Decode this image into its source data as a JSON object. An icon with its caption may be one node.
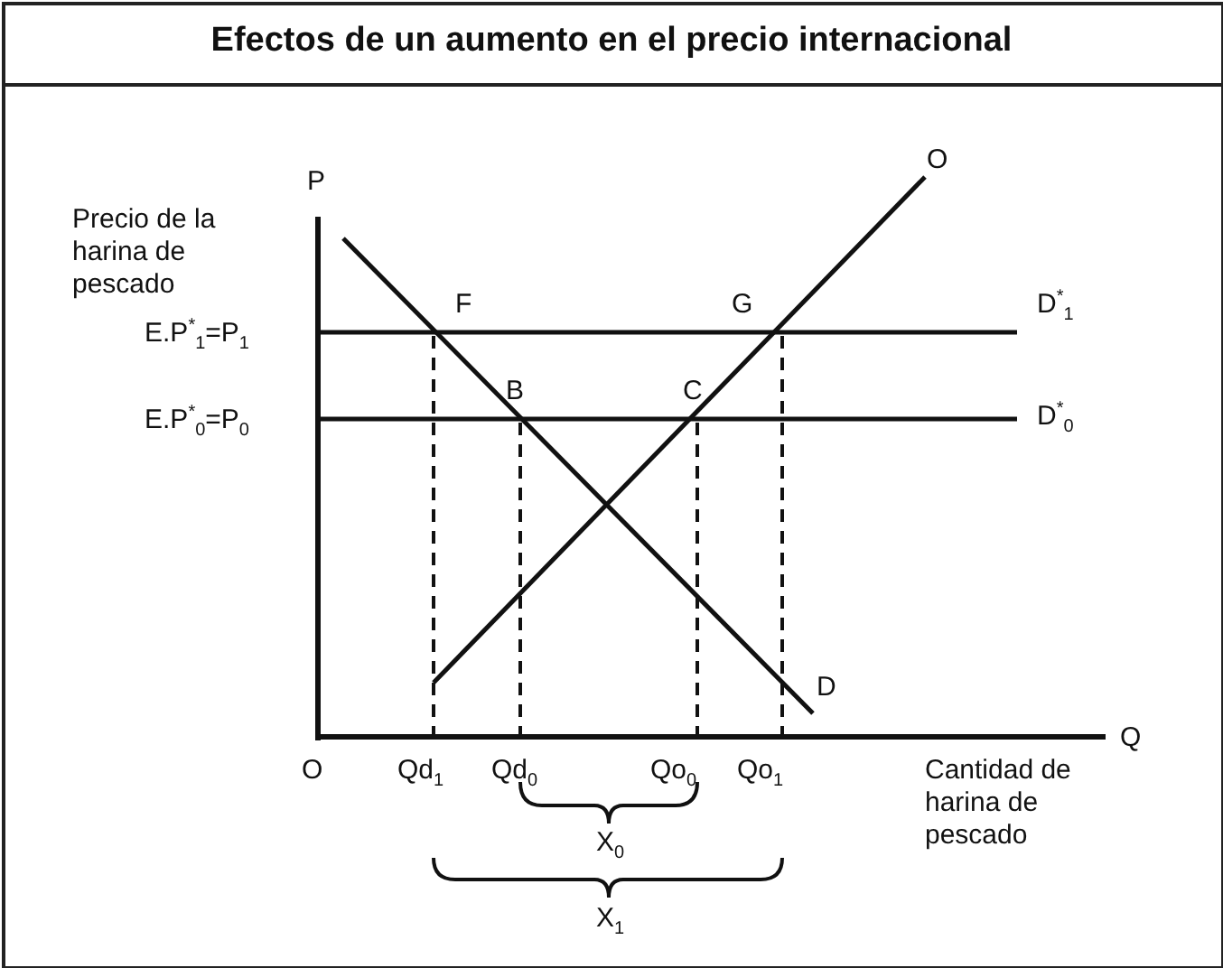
{
  "diagram": {
    "title": "Efectos de un aumento en el precio internacional",
    "labels": [
      "P",
      "Precio de la harina de pescado",
      "O",
      "F",
      "G",
      "D$^{*}$$_{1}$",
      "E.P$^{*}$$_{1}$=P$_{1}$",
      "B",
      "C",
      "E.P$^{*}$$_{0}$=P$_{0}$",
      "D$^{*}$$_{0}$",
      "D",
      "Q",
      "O",
      "Qd$_{1}$",
      "Qd$_{0}$",
      "Qo$_{0}$",
      "Qo$_{1}$",
      "Cantidad de harina de pescado",
      "X$_{0}$",
      "X$_{1}$"
    ]
  }
}
